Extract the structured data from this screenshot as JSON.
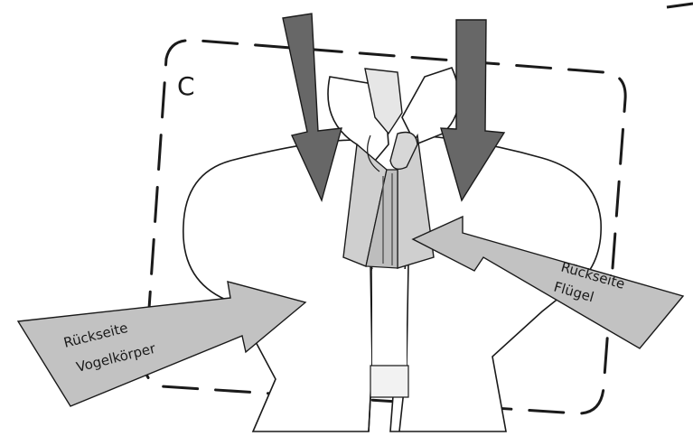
{
  "step": {
    "label": "C"
  },
  "arrows": {
    "body_back": {
      "line1": "Rückseite",
      "line2": "Vogelkörper"
    },
    "wing_back": {
      "line1": "Rückseite",
      "line2": "Flügel"
    }
  },
  "colors": {
    "arrow_dark": "#676767",
    "arrow_light": "#c2c2c2",
    "paper_shade": "#cfcfcf",
    "paper_light": "#e6e6e6",
    "outline": "#1a1a1a"
  }
}
